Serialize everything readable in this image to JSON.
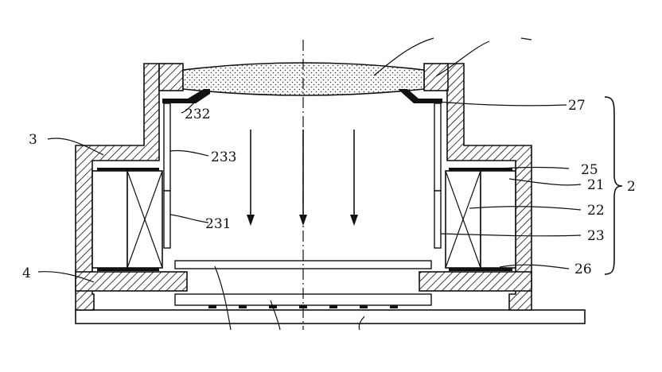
{
  "figure": {
    "labels": {
      "l3": "3",
      "l4": "4",
      "l232": "232",
      "l233": "233",
      "l231": "231",
      "l27": "27",
      "l25": "25",
      "l21": "21",
      "l22": "22",
      "l23": "23",
      "l26": "26",
      "l2": "2"
    }
  }
}
